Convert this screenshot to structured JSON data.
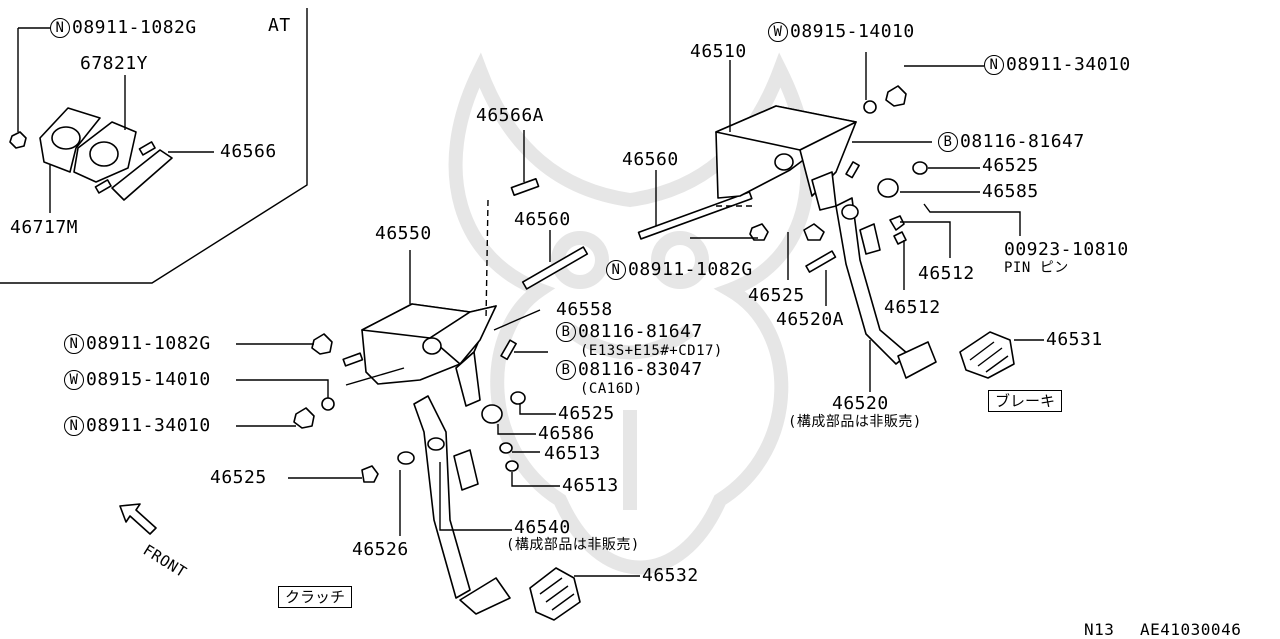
{
  "header": {
    "variant": "AT"
  },
  "footer": {
    "model": "N13",
    "code": "AE41030046"
  },
  "boxes": {
    "clutch": "クラッチ",
    "brake": "ブレーキ"
  },
  "front_label": "FRONT",
  "labels": {
    "at_nut": {
      "prefix": "N",
      "code": "08911-1082G"
    },
    "p67821y": "67821Y",
    "p46566": "46566",
    "p46717m": "46717M",
    "p46566a": "46566A",
    "p46560_top": "46560",
    "p46560_mid": "46560",
    "p46550": "46550",
    "p46510": "46510",
    "w_top": {
      "prefix": "W",
      "code": "08915-14010"
    },
    "n_top": {
      "prefix": "N",
      "code": "08911-34010"
    },
    "b_top": {
      "prefix": "B",
      "code": "08116-81647"
    },
    "p46525_r1": "46525",
    "p46585": "46585",
    "p00923": "00923-10810",
    "pin": "PIN ピン",
    "p46512_a": "46512",
    "p46512_b": "46512",
    "n_mid": {
      "prefix": "N",
      "code": "08911-1082G"
    },
    "p46525_r2": "46525",
    "p46520a": "46520A",
    "p46558": "46558",
    "b_mid1": {
      "prefix": "B",
      "code": "08116-81647"
    },
    "b_mid1_note": "(E13S+E15#+CD17)",
    "b_mid2": {
      "prefix": "B",
      "code": "08116-83047"
    },
    "b_mid2_note": "(CA16D)",
    "n_left1": {
      "prefix": "N",
      "code": "08911-1082G"
    },
    "w_left": {
      "prefix": "W",
      "code": "08915-14010"
    },
    "n_left2": {
      "prefix": "N",
      "code": "08911-34010"
    },
    "p46525_c": "46525",
    "p46586": "46586",
    "p46513_a": "46513",
    "p46513_b": "46513",
    "p46525_l": "46525",
    "p46526": "46526",
    "p46540": "46540",
    "p46540_note": "(構成部品は非販売)",
    "p46532": "46532",
    "p46520": "46520",
    "p46520_note": "(構成部品は非販売)",
    "p46531": "46531"
  }
}
